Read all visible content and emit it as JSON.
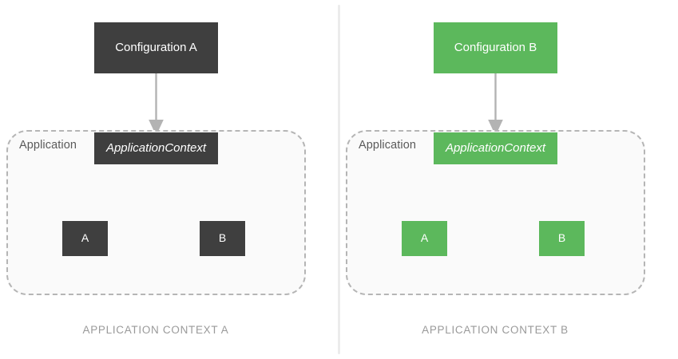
{
  "diagram": {
    "title_hidden": "",
    "divider": {
      "color": "#ececec"
    },
    "panels": [
      {
        "id": "application-context-a",
        "accent_color": "#3f3f3f",
        "theme": "dark",
        "config_node": {
          "label": "Configuration A"
        },
        "container": {
          "label": "Application",
          "border_color": "#b5b5b5",
          "fill": "#fafafa"
        },
        "context_node": {
          "label": "ApplicationContext"
        },
        "bean_nodes": [
          {
            "label": "A"
          },
          {
            "label": "B"
          }
        ],
        "caption": "APPLICATION CONTEXT A",
        "arrows": [
          {
            "from": "config",
            "to": "context"
          },
          {
            "from": "context",
            "to": "bean-a"
          },
          {
            "from": "context",
            "to": "bean-b"
          }
        ]
      },
      {
        "id": "application-context-b",
        "accent_color": "#5cb85c",
        "theme": "green",
        "config_node": {
          "label": "Configuration B"
        },
        "container": {
          "label": "Application",
          "border_color": "#b5b5b5",
          "fill": "#fafafa"
        },
        "context_node": {
          "label": "ApplicationContext"
        },
        "bean_nodes": [
          {
            "label": "A"
          },
          {
            "label": "B"
          }
        ],
        "caption": "APPLICATION CONTEXT B",
        "arrows": [
          {
            "from": "config",
            "to": "context"
          },
          {
            "from": "context",
            "to": "bean-a"
          },
          {
            "from": "context",
            "to": "bean-b"
          }
        ]
      }
    ],
    "arrow_color": "#b3b3b3"
  }
}
